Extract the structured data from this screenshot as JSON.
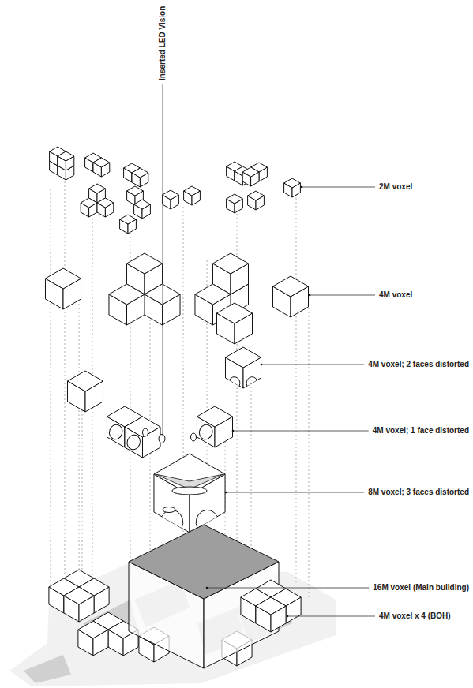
{
  "diagram": {
    "labels": [
      "Inserted LED Vision",
      "2M voxel",
      "4M voxel",
      "4M voxel; 2 faces distorted",
      "4M voxel; 1 face distorted",
      "8M voxel; 3 faces distorted",
      "16M voxel (Main building)",
      "4M voxel x 4 (BOH)"
    ]
  }
}
